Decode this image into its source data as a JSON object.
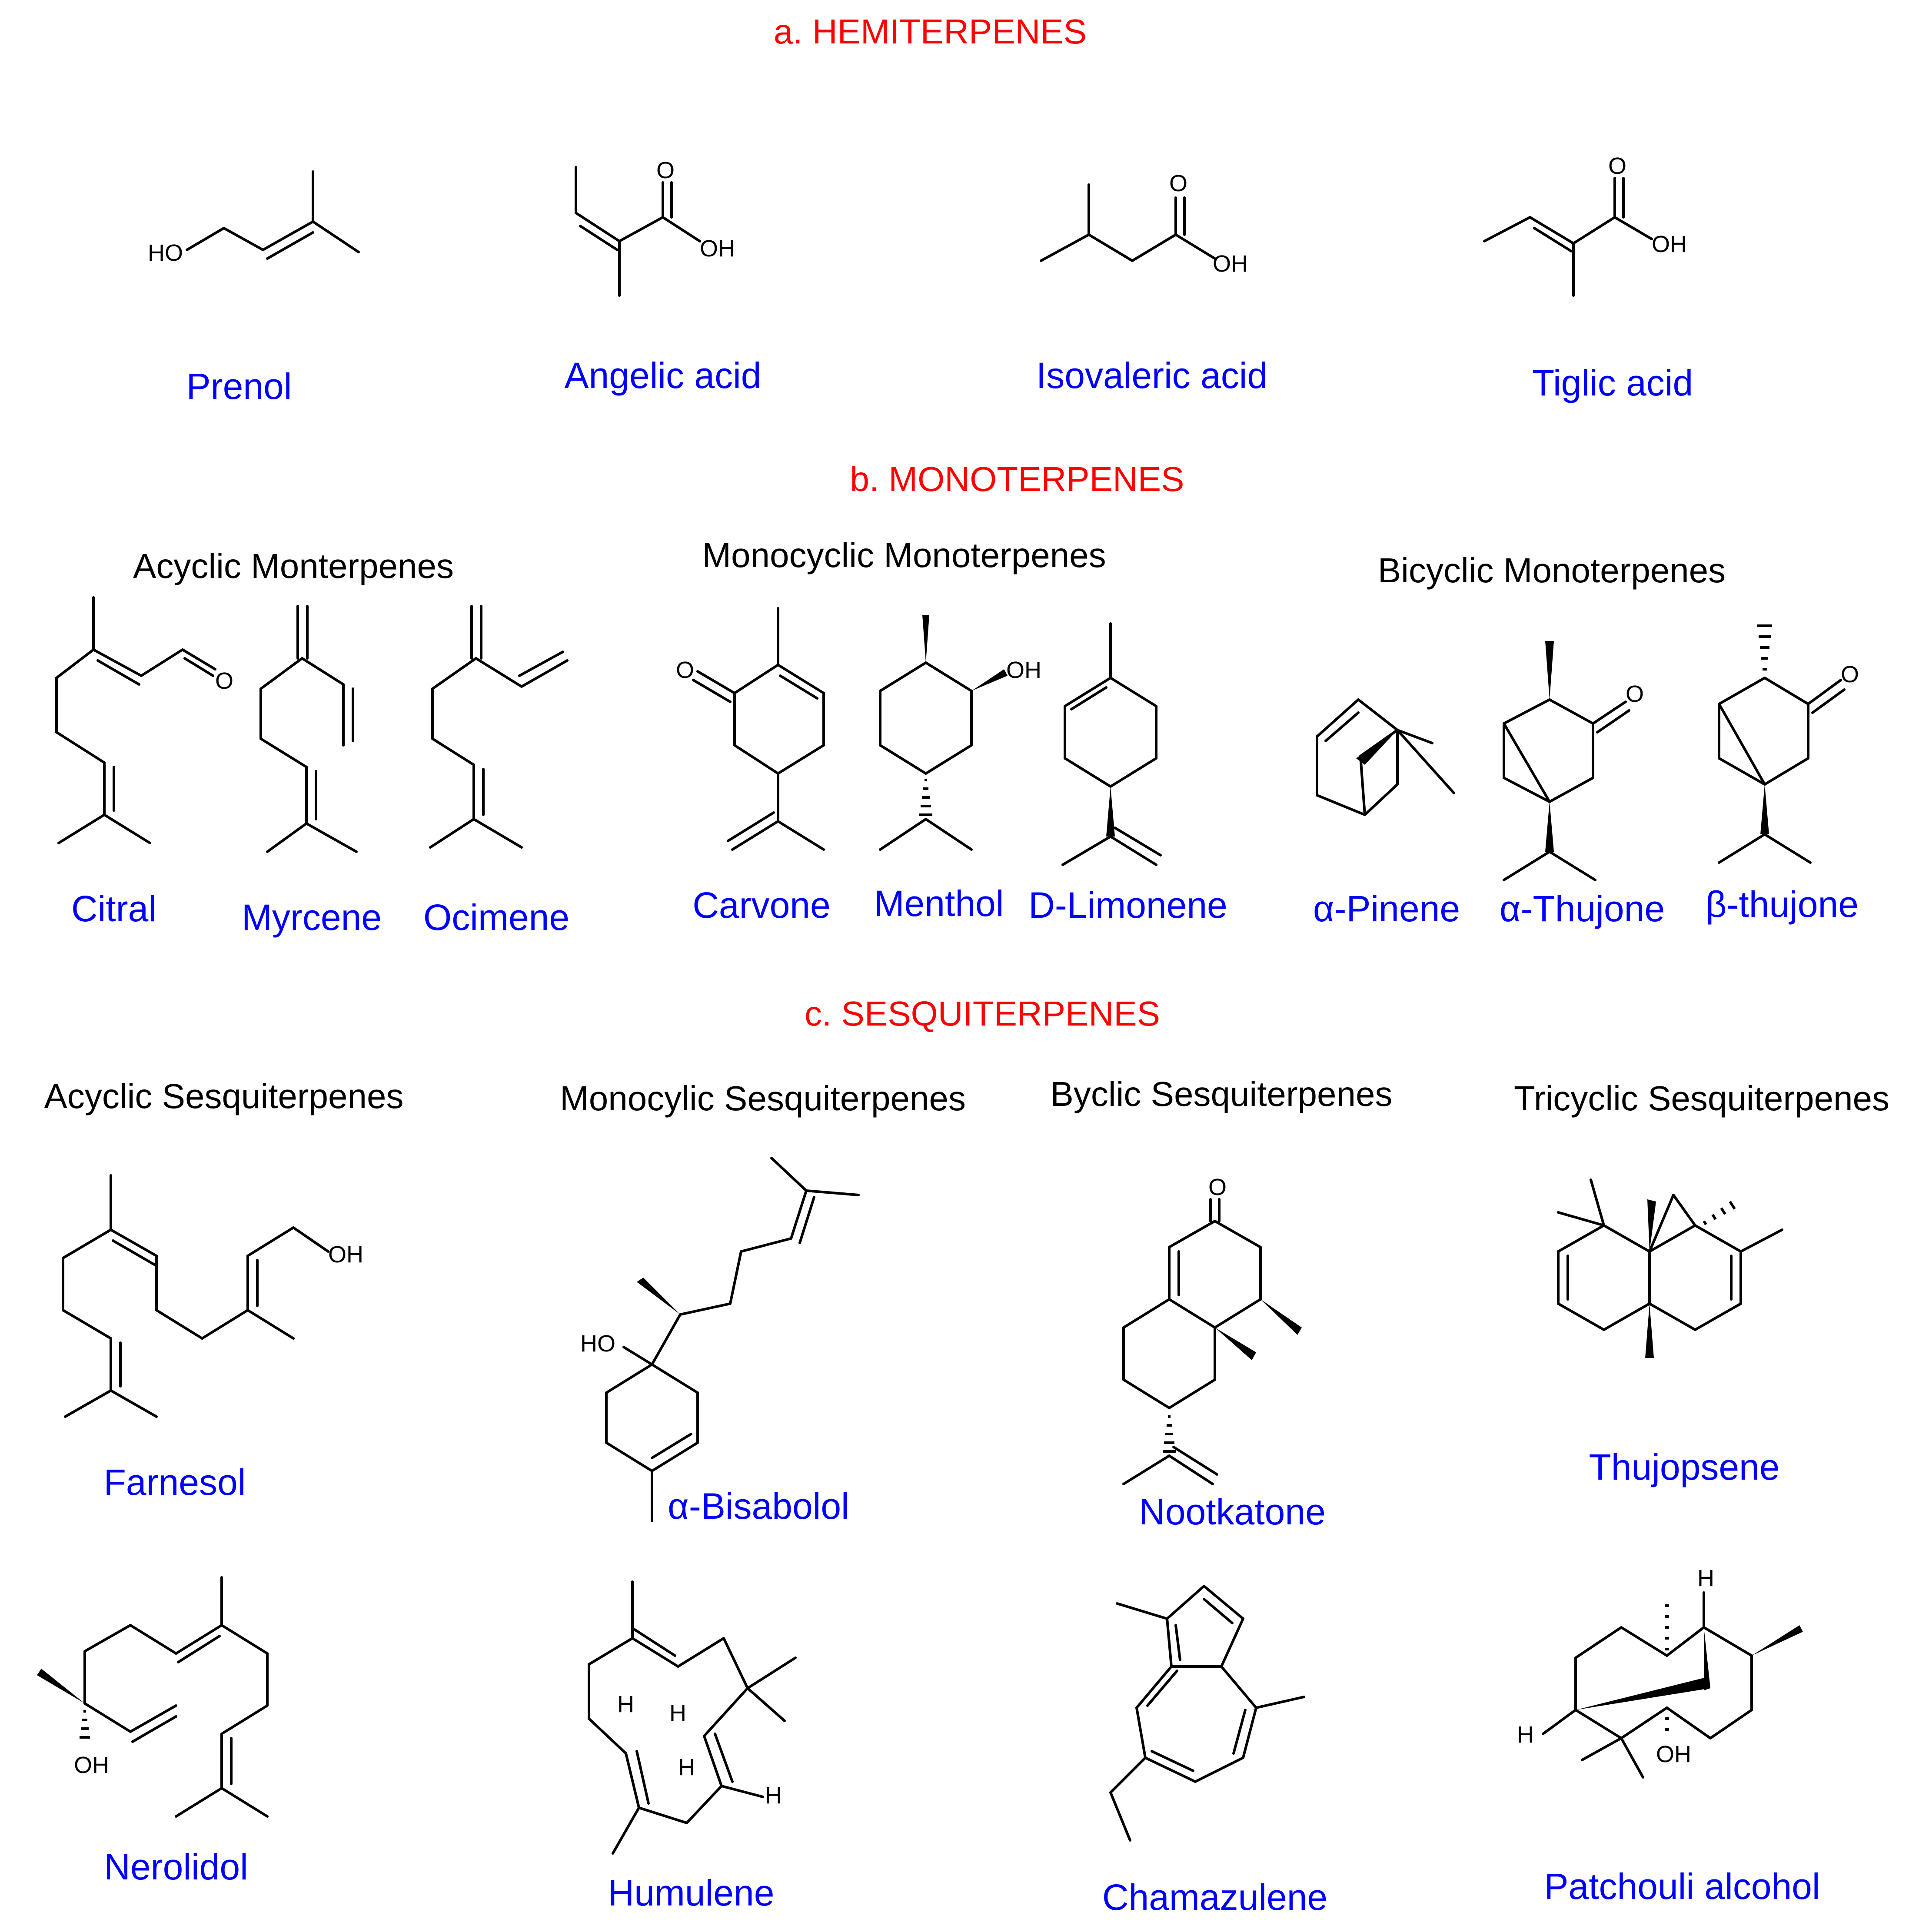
{
  "sections": [
    {
      "title": "a. HEMITERPENES"
    },
    {
      "title": "b. MONOTERPENES",
      "subsections": [
        "Acyclic Monterpenes",
        "Monocyclic Monoterpenes",
        "Bicyclic Monoterpenes"
      ]
    },
    {
      "title": "c. SESQUITERPENES",
      "subsections": [
        "Acyclic Sesquiterpenes",
        "Monocylic Sesquiterpenes",
        "Byclic Sesquiterpenes",
        "Tricyclic Sesquiterpenes"
      ]
    }
  ],
  "compounds": [
    {
      "name": "Prenol",
      "atoms": [
        "HO"
      ]
    },
    {
      "name": "Angelic acid",
      "atoms": [
        "O",
        "OH"
      ]
    },
    {
      "name": "Isovaleric acid",
      "atoms": [
        "O",
        "OH"
      ]
    },
    {
      "name": "Tiglic acid",
      "atoms": [
        "O",
        "OH"
      ]
    },
    {
      "name": "Citral",
      "atoms": [
        "O"
      ]
    },
    {
      "name": "Myrcene",
      "atoms": []
    },
    {
      "name": "Ocimene",
      "atoms": []
    },
    {
      "name": "Carvone",
      "atoms": [
        "O"
      ]
    },
    {
      "name": "Menthol",
      "atoms": [
        "OH"
      ]
    },
    {
      "name": "D-Limonene",
      "atoms": []
    },
    {
      "name": "α-Pinene",
      "atoms": []
    },
    {
      "name": "α-Thujone",
      "atoms": [
        "O"
      ]
    },
    {
      "name": "β-thujone",
      "atoms": [
        "O"
      ]
    },
    {
      "name": "Farnesol",
      "atoms": [
        "OH"
      ]
    },
    {
      "name": "α-Bisabolol",
      "atoms": [
        "HO"
      ]
    },
    {
      "name": "Nootkatone",
      "atoms": [
        "O"
      ]
    },
    {
      "name": "Thujopsene",
      "atoms": []
    },
    {
      "name": "Nerolidol",
      "atoms": [
        "OH"
      ]
    },
    {
      "name": "Humulene",
      "atoms": [
        "H",
        "H",
        "H",
        "H"
      ]
    },
    {
      "name": "Chamazulene",
      "atoms": []
    },
    {
      "name": "Patchouli alcohol",
      "atoms": [
        "H",
        "H",
        "OH"
      ]
    }
  ],
  "colors": {
    "section_title": "#ff0000",
    "compound_name": "#0000ff",
    "structure": "#000000",
    "subsection_title": "#000000"
  }
}
